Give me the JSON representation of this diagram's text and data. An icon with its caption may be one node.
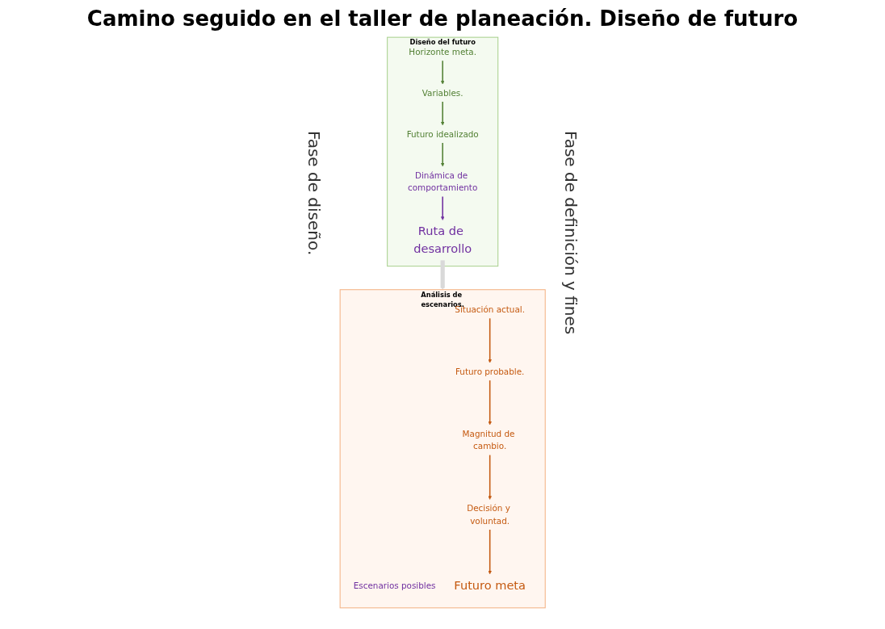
{
  "diagram": {
    "title": "Camino seguido en el taller de planeación. Diseño de futuro",
    "nodes": [
      {
        "text": [
          "Diseño del futuro"
        ]
      },
      {
        "text": [
          "Horizonte meta."
        ],
        "in": 0
      },
      {
        "text": [
          "Variables."
        ],
        "in": 0
      },
      {
        "text": [
          "Futuro idealizado"
        ],
        "in": 0
      },
      {
        "text": [
          "Dinámica de comportamiento"
        ],
        "in": 0
      },
      {
        "text": [
          "Ruta de desarrollo"
        ],
        "in": 0
      },
      {
        "text": [
          "Análisis de escenarios."
        ]
      },
      {
        "text": [
          "Escenarios posibles"
        ],
        "in": 6
      },
      {
        "text": [
          "Situación actual."
        ],
        "in": 6
      },
      {
        "text": [
          "Futuro probable."
        ],
        "in": 6
      },
      {
        "text": [
          "Magnitud de cambio."
        ],
        "in": 6
      },
      {
        "text": [
          "Decisión y voluntad."
        ],
        "in": 6
      },
      {
        "text": [
          "Futuro meta"
        ],
        "in": 6
      }
    ],
    "edges": [
      {
        "from": 1,
        "to": 2,
        "arrow": "to",
        "color": "#538135"
      },
      {
        "from": 2,
        "to": 3,
        "arrow": "to",
        "color": "#538135"
      },
      {
        "from": 3,
        "to": 4,
        "arrow": "to",
        "color": "#538135"
      },
      {
        "from": 4,
        "to": 5,
        "arrow": "to",
        "color": "#7030a0"
      },
      {
        "from": 5,
        "to": 6,
        "arrow": "to",
        "style": "thick",
        "color": "#d9d9d9"
      },
      {
        "from": 8,
        "to": 9,
        "arrow": "to"
      },
      {
        "from": 9,
        "to": 10,
        "arrow": "to"
      },
      {
        "from": 10,
        "to": 11,
        "arrow": "to"
      },
      {
        "from": 11,
        "to": 12,
        "arrow": "to"
      }
    ],
    "labels": [
      "Fase de diseño.",
      "Fase de definición y fines"
    ]
  }
}
